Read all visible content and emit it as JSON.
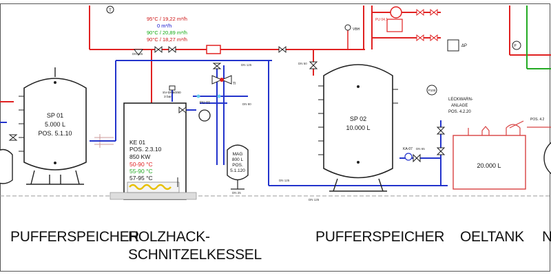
{
  "diagram": {
    "top_left_marker": "T",
    "flow_lines": {
      "line1": "95°C / 19,22 m³/h",
      "line2": "0 m³/h",
      "line3": "90°C / 20,89 m³/h",
      "line4": "90°C / 18,27 m³/h"
    },
    "flow_colors": {
      "line1": "#cc1111",
      "line2": "#1111cc",
      "line3": "#11aa11",
      "line4": "#cc1111"
    },
    "dn_labels": {
      "dn_a": "DN 125",
      "dn_b": "DN 50",
      "dn_c": "DN 80",
      "dn_d": "DN 125",
      "dn_e": "DN 125",
      "dn_f": "DN 25",
      "dn_g": "DN 65",
      "dn_h": "DN 125"
    },
    "sp01": {
      "line1": "SP 01",
      "line2": "5.000 L",
      "line3": "POS. 5.1.10"
    },
    "ke01": {
      "line1": "KE 01",
      "line2": "POS. 2.3.10",
      "line3": "850 KW",
      "temp1": "50-90 °C",
      "temp2": "55-90 °C",
      "temp3": "57-95 °C"
    },
    "mag": {
      "line1": "MAG",
      "line2": "800 L",
      "line3": "POS.",
      "line4": "5.1.120"
    },
    "sp02": {
      "line1": "SP 02",
      "line2": "10.000 L"
    },
    "leak": {
      "line1": "LECKWARN-",
      "line2": "ANLAGE",
      "line3": "POS. 4.2.20"
    },
    "oiltank_volume": "20.000 L",
    "pump_labels": {
      "pu01": "PU 01",
      "pu04": "PU 04.1",
      "ka07": "KA-07",
      "pos42": "POS. 4.2"
    },
    "misc": {
      "sv_label": "SV-DN50/80",
      "bar_label": "3 bar",
      "p": "P",
      "dp": "ΔP",
      "ti": "TI",
      "vbh": "VBH",
      "p100": "P100"
    },
    "colors": {
      "hot": "#e02020",
      "return": "#2233cc",
      "green": "#22aa22",
      "yellow": "#e8c000",
      "vessel": "#2a2a2a",
      "oil": "#d84040"
    }
  },
  "sections": {
    "puffer1": "PUFFERSPEICHER",
    "holz_line1": "HOLZHACK-",
    "holz_line2": "SCHNITZELKESSEL",
    "puffer2": "PUFFERSPEICHER",
    "oeltank": "OELTANK",
    "cut": "N"
  }
}
